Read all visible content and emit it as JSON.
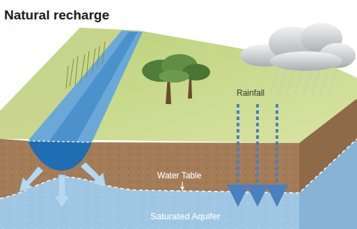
{
  "diagram": {
    "title": "Natural recharge",
    "labels": [
      "Rainfall",
      "Water Table",
      "Saturated Aquifer"
    ]
  }
}
